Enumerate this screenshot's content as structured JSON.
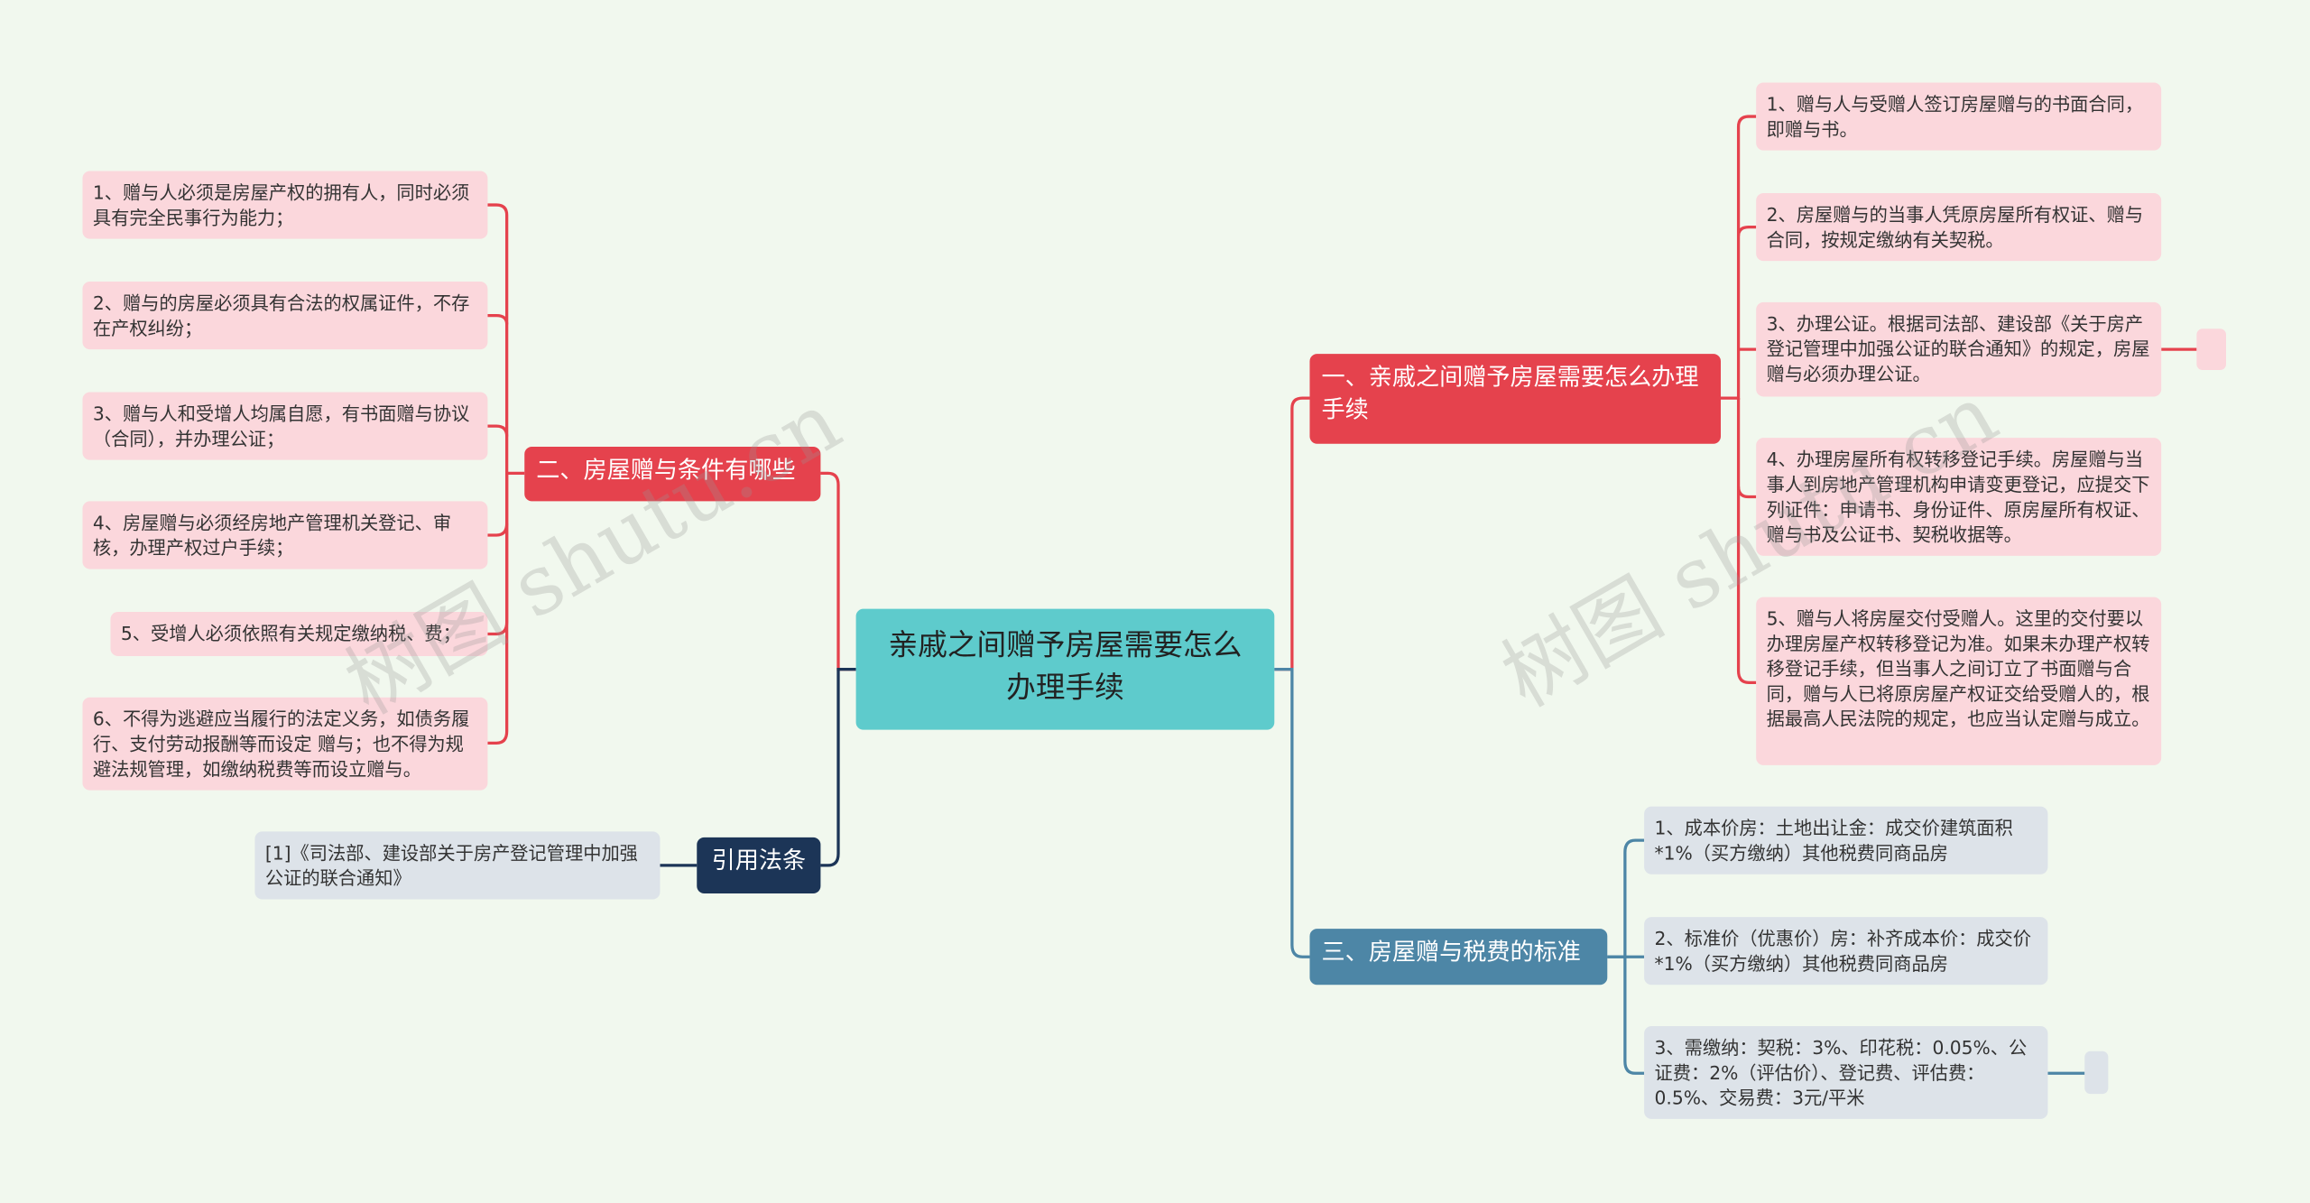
{
  "colors": {
    "background": "#f1f8ee",
    "center": "#5ecbcc",
    "red_branch": "#e5424d",
    "blue_branch": "#4d86a6",
    "navy_branch": "#1c3557",
    "pink_leaf": "#fbd7dc",
    "slate_leaf": "#dde3e9"
  },
  "center": {
    "label": "亲戚之间赠予房屋需要怎么办理手续"
  },
  "branches": {
    "procedure": {
      "label": "一、亲戚之间赠予房屋需要怎么办理手续",
      "items": [
        "1、赠与人与受赠人签订房屋赠与的书面合同，即赠与书。",
        "2、房屋赠与的当事人凭原房屋所有权证、赠与合同，按规定缴纳有关契税。",
        "3、办理公证。根据司法部、建设部《关于房产登记管理中加强公证的联合通知》的规定，房屋赠与必须办理公证。",
        "4、办理房屋所有权转移登记手续。房屋赠与当事人到房地产管理机构申请变更登记，应提交下列证件：申请书、身份证件、原房屋所有权证、赠与书及公证书、契税收据等。",
        "5、赠与人将房屋交付受赠人。这里的交付要以办理房屋产权转移登记为准。如果未办理产权转移登记手续，但当事人之间订立了书面赠与合同，赠与人已将原房屋产权证交给受赠人的，根据最高人民法院的规定，也应当认定赠与成立。"
      ]
    },
    "conditions": {
      "label": "二、房屋赠与条件有哪些",
      "items": [
        "1、赠与人必须是房屋产权的拥有人，同时必须具有完全民事行为能力；",
        "2、赠与的房屋必须具有合法的权属证件，不存在产权纠纷；",
        "3、赠与人和受增人均属自愿，有书面赠与协议（合同），并办理公证；",
        "4、房屋赠与必须经房地产管理机关登记、审核，办理产权过户手续；",
        "5、受增人必须依照有关规定缴纳税、费；",
        "6、不得为逃避应当履行的法定义务，如债务履行、支付劳动报酬等而设定 赠与；也不得为规避法规管理，如缴纳税费等而设立赠与。"
      ]
    },
    "taxes": {
      "label": "三、房屋赠与税费的标准",
      "items": [
        "1、成本价房：土地出让金：成交价建筑面积*1%（买方缴纳）其他税费同商品房",
        "2、标准价（优惠价）房：补齐成本价：成交价*1%（买方缴纳）其他税费同商品房",
        "3、需缴纳：契税：3%、印花税：0.05%、公证费：2%（评估价）、登记费、评估费：0.5%、交易费：3元/平米"
      ]
    },
    "citation": {
      "label": "引用法条",
      "items": [
        "[1]《司法部、建设部关于房产登记管理中加强公证的联合通知》"
      ]
    }
  },
  "watermark": "树图 shutu.cn"
}
